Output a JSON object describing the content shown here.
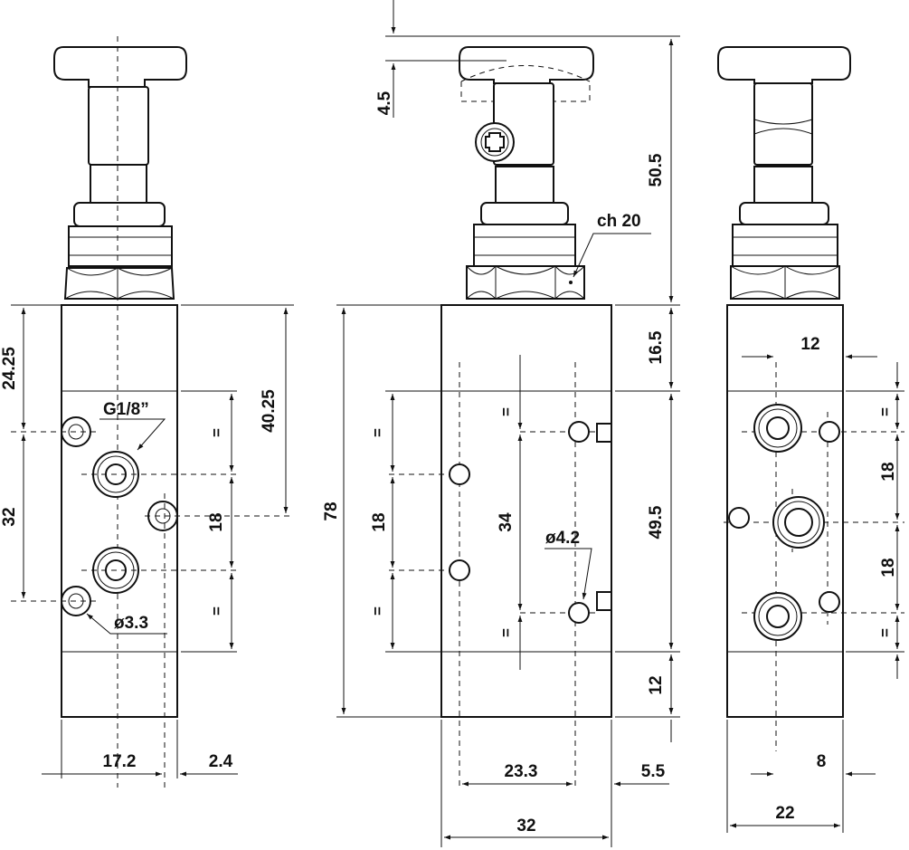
{
  "drawing": {
    "left_view": {
      "dims": {
        "top_offset": "24.25",
        "port_pitch": "32",
        "mid_height": "40.25",
        "center_pitch": "18",
        "thread": "G1/8”",
        "hole_diameter": "ø3.3",
        "width_a": "17.2",
        "width_b": "2.4",
        "equal_mark": "="
      }
    },
    "center_view": {
      "dims": {
        "stroke": "4.5",
        "height_total": "50.5",
        "wrench": "ch 20",
        "upper_block": "16.5",
        "mid_block": "49.5",
        "lower_block": "12",
        "overall": "78",
        "hole_pitch_left": "18",
        "hole_pitch": "34",
        "hole_diameter": "ø4.2",
        "width_a": "23.3",
        "width_b": "5.5",
        "width_total": "32",
        "equal_mark": "="
      }
    },
    "right_view": {
      "dims": {
        "offset_top": "12",
        "pitch_a": "18",
        "pitch_b": "18",
        "offset_bottom": "8",
        "width_total": "22",
        "equal_mark": "="
      }
    }
  }
}
